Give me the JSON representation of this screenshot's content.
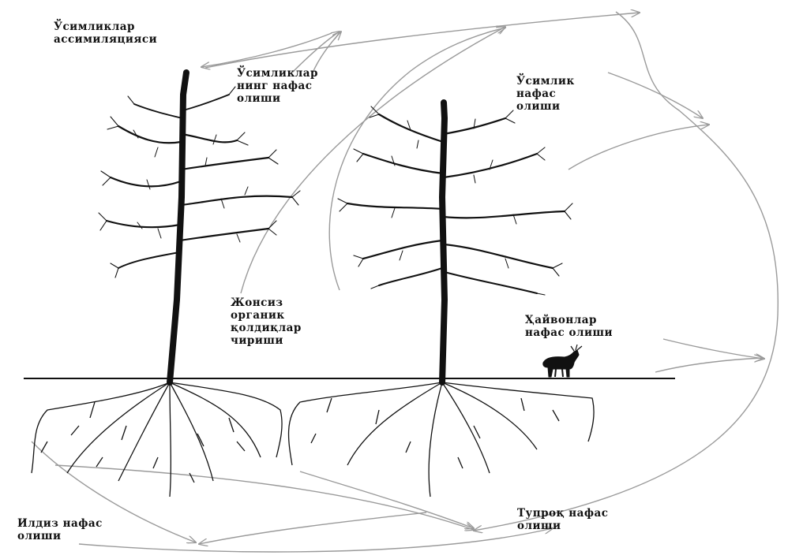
{
  "labels": {
    "assimilation": [
      "Ўсимликлар",
      "ассимиляцияси"
    ],
    "plants_respiration": [
      "Ўсимликлар",
      "нинг нафас",
      "олиши"
    ],
    "plant_respiration": [
      "Ўсимлик",
      "нафас",
      "олиши"
    ],
    "decomposition": [
      "Жонсиз",
      "органик",
      "қолдиқлар",
      "чириши"
    ],
    "animal_respiration": [
      "Ҳайвонлар",
      "нафас олиши"
    ],
    "root_respiration": [
      "Илдиз нафас",
      "олиши"
    ],
    "soil_respiration": [
      "Тупроқ нафас",
      "олиши"
    ]
  },
  "colors": {
    "ink": "#111111",
    "arrow": "#9a9a9a",
    "background": "#ffffff"
  }
}
